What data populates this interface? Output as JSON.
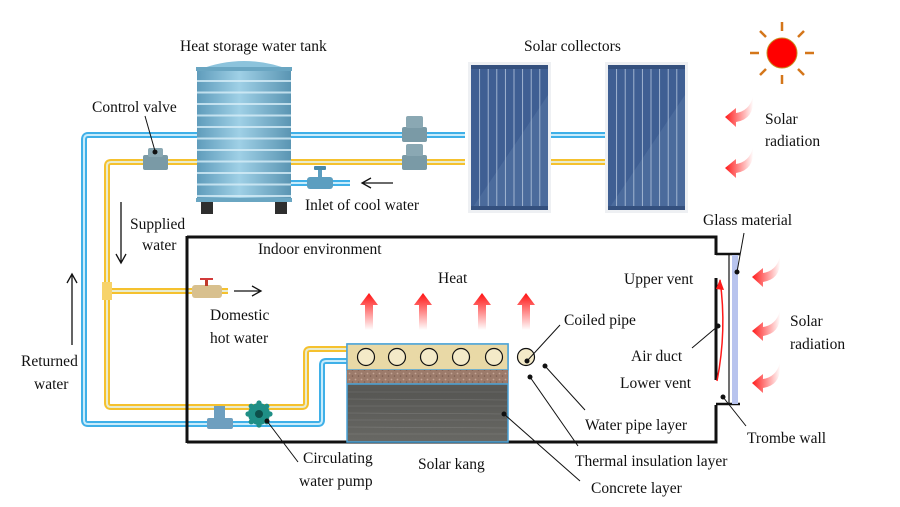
{
  "diagram": {
    "title": "Solar water heating kang system with Trombe wall",
    "labels": {
      "tank": "Heat storage water tank",
      "collectors": "Solar collectors",
      "control_valve": "Control valve",
      "inlet_cool": "Inlet of cool water",
      "supplied_1": "Supplied",
      "supplied_2": "water",
      "returned_1": "Returned",
      "returned_2": "water",
      "indoor": "Indoor environment",
      "heat": "Heat",
      "domestic_1": "Domestic",
      "domestic_2": "hot water",
      "coiled_pipe": "Coiled pipe",
      "water_pipe_layer": "Water pipe layer",
      "thermal_insulation": "Thermal insulation layer",
      "concrete": "Concrete layer",
      "solar_kang": "Solar kang",
      "pump_1": "Circulating",
      "pump_2": "water pump",
      "glass": "Glass material",
      "upper_vent": "Upper vent",
      "air_duct": "Air duct",
      "lower_vent": "Lower vent",
      "trombe": "Trombe wall",
      "solar_rad_top_1": "Solar",
      "solar_rad_top_2": "radiation",
      "solar_rad_right_1": "Solar",
      "solar_rad_right_2": "radiation"
    },
    "colors": {
      "hot_pipe": "#f5c12e",
      "cold_pipe": "#3fb0e8",
      "collector": "#3f5f93",
      "tank": "#7fb8d3",
      "sun": "#ff0000",
      "sun_rays": "#d4761a",
      "radiation_arrow": "#ff2a2a",
      "glass": "#b8c4ee",
      "water_pipe_layer": "#e9d9a6",
      "insulation_layer": "#9a7a6a",
      "concrete_layer": "#5f5f5c"
    },
    "coiled_pipe_count": 6,
    "heat_arrow_count": 4
  }
}
